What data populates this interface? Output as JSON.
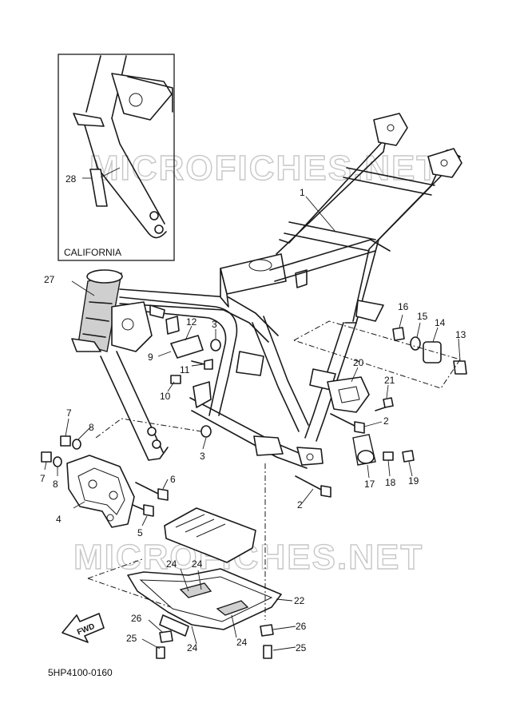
{
  "watermark": "MICROFICHES.NET",
  "inset": {
    "caption": "CALIFORNIA",
    "part_ref": "28"
  },
  "diagram_code": "5HP4100-0160",
  "fwd_label": "FWD",
  "callouts": {
    "c1": "1",
    "c2a": "2",
    "c2b": "2",
    "c3a": "3",
    "c3b": "3",
    "c4": "4",
    "c5": "5",
    "c6": "6",
    "c7a": "7",
    "c7b": "7",
    "c8a": "8",
    "c8b": "8",
    "c9": "9",
    "c10": "10",
    "c11": "11",
    "c12": "12",
    "c13": "13",
    "c14": "14",
    "c15": "15",
    "c16": "16",
    "c17": "17",
    "c18": "18",
    "c19": "19",
    "c20": "20",
    "c21": "21",
    "c22": "22",
    "c24a": "24",
    "c24b": "24",
    "c24c": "24",
    "c24d": "24",
    "c25a": "25",
    "c25b": "25",
    "c26a": "26",
    "c26b": "26",
    "c27": "27"
  }
}
